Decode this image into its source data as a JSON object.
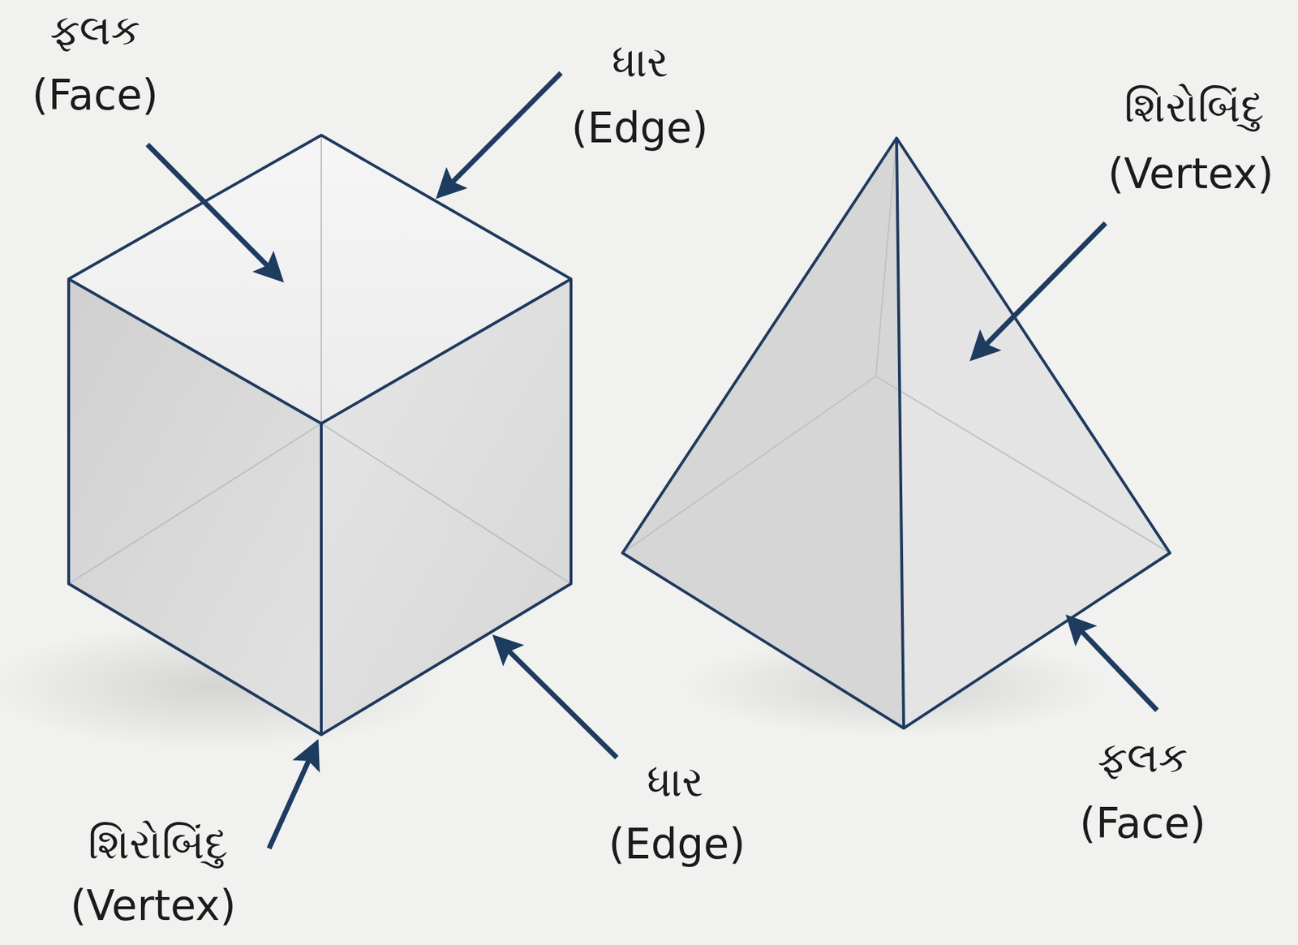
{
  "diagram": {
    "labels": [
      "ફલક",
      "(Face)",
      "ધાર",
      "(Edge)",
      "શિરોબિંદુ",
      "(Vertex)",
      "શિરોબિંદુ",
      "(Vertex)",
      "ધાર",
      "(Edge)",
      "ફલક",
      "(Face)"
    ]
  }
}
